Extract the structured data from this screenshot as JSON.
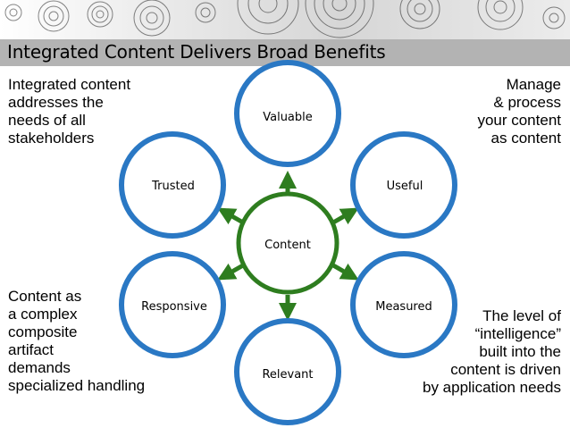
{
  "title": "Integrated Content Delivers Broad Benefits",
  "corners": {
    "top_left": "Integrated content\naddresses the\nneeds of all\nstakeholders",
    "top_right": "Manage\n& process\nyour content\nas content",
    "bottom_left": "Content as\na complex\ncomposite\nartifact\ndemands\nspecialized handling",
    "bottom_right": "The level of\n“intelligence”\nbuilt into the\ncontent is driven\nby application needs"
  },
  "diagram": {
    "center": "Content",
    "nodes": {
      "valuable": "Valuable",
      "useful": "Useful",
      "measured": "Measured",
      "relevant": "Relevant",
      "responsive": "Responsive",
      "trusted": "Trusted"
    }
  },
  "colors": {
    "ring": "#2a78c4",
    "center_ring": "#2e7d1f",
    "arrow": "#2e7d1f",
    "title_bar": "#b3b3b3"
  }
}
